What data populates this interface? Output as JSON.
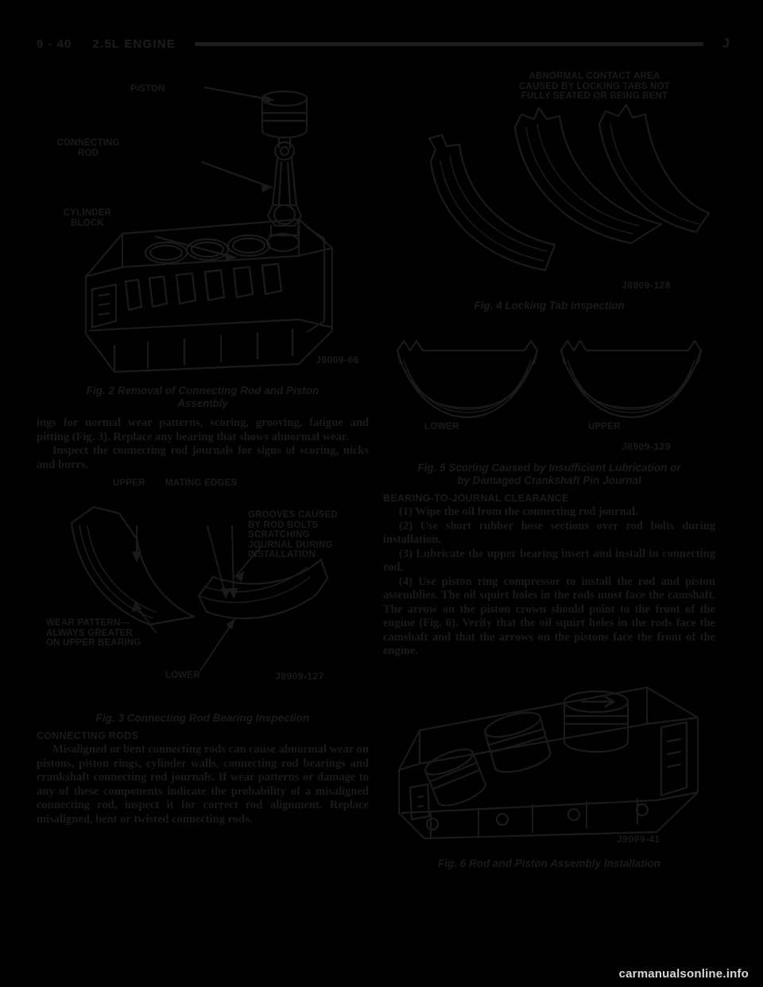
{
  "header": {
    "page_number": "9 - 40",
    "section_title": "2.5L ENGINE",
    "manual_mark": "J"
  },
  "left_column": {
    "figure2": {
      "labels": {
        "piston": "PISTON",
        "connecting_rod": "CONNECTING\nROD",
        "cylinder_block": "CYLINDER\nBLOCK"
      },
      "code": "J9009-66",
      "caption_line1": "Fig. 2 Removal of Connecting Rod and Piston",
      "caption_line2": "Assembly"
    },
    "para1": "ings for normal wear patterns, scoring, grooving, fatigue and pitting (Fig. 3). Replace any bearing that shows abnormal wear.",
    "para2": "Inspect the connecting rod journals for signs of scoring, nicks and burrs.",
    "figure3": {
      "labels": {
        "upper": "UPPER",
        "mating_edges": "MATING EDGES",
        "grooves": "GROOVES CAUSED\nBY ROD BOLTS\nSCRATCHING\nJOURNAL DURING\nINSTALLATION",
        "wear_pattern": "WEAR PATTERN—\nALWAYS GREATER\nON UPPER BEARING",
        "lower": "LOWER"
      },
      "code": "J8909-127",
      "caption": "Fig. 3 Connecting Rod Bearing Inspection"
    },
    "subhead": "CONNECTING RODS",
    "para3": "Misaligned or bent connecting rods can cause abnormal wear on pistons, piston rings, cylinder walls, connecting rod bearings and crankshaft connecting rod journals. If wear patterns or damage to any of these components indicate the probability of a misaligned connecting rod, inspect it for correct rod alignment. Replace misaligned, bent or twisted connecting rods."
  },
  "right_column": {
    "figure4": {
      "labels": {
        "abnormal_contact": "ABNORMAL CONTACT AREA\nCAUSED BY LOCKING TABS NOT\nFULLY SEATED OR BEING BENT"
      },
      "code": "J8909-128",
      "caption": "Fig. 4 Locking Tab Inspection"
    },
    "figure5": {
      "labels": {
        "lower": "LOWER",
        "upper": "UPPER"
      },
      "code": "J8909-129",
      "caption_line1": "Fig. 5 Scoring Caused by Insufficient Lubrication or",
      "caption_line2": "by Damaged Crankshaft Pin Journal"
    },
    "subhead": "BEARING-TO-JOURNAL CLEARANCE",
    "steps": [
      "(1) Wipe the oil from the connecting rod journal.",
      "(2) Use short rubber hose sections over rod bolts during installation.",
      "(3) Lubricate the upper bearing insert and install in connecting rod.",
      "(4) Use piston ring compressor to install the rod and piston assemblies. The oil squirt holes in the rods must face the camshaft. The arrow on the piston crown should point to the front of the engine (Fig. 6). Verify that the oil squirt holes in the rods face the camshaft and that the arrows on the pistons face the front of the engine."
    ],
    "figure6": {
      "code": "J9009-41",
      "caption": "Fig. 6 Rod and Piston Assembly Installation"
    }
  },
  "footer": {
    "watermark": "carmanualsonline.info"
  },
  "colors": {
    "page_background": "#000000",
    "ink": "#1a1a1a",
    "watermark": "#d8d8d8"
  }
}
